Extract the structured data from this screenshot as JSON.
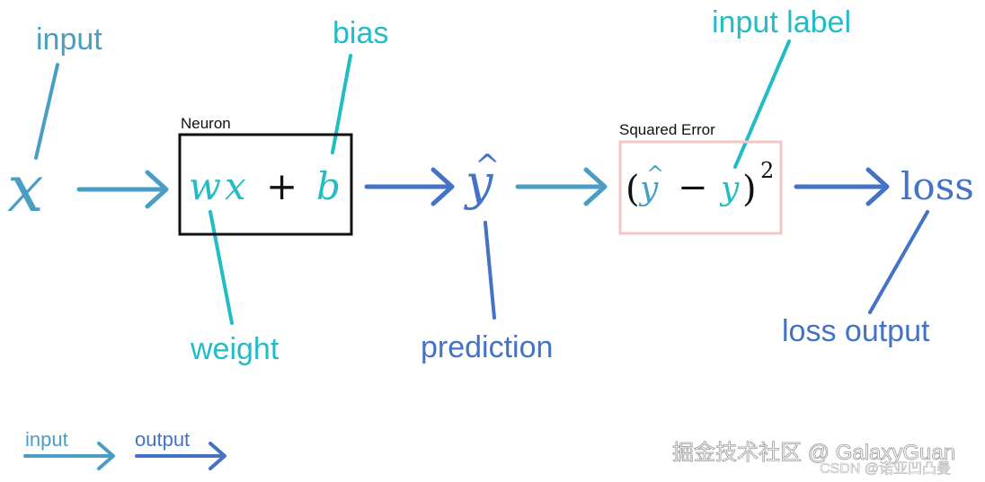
{
  "colors": {
    "teal": "#22bcc6",
    "steel": "#4a9ec4",
    "blue": "#4472c4",
    "black": "#111111",
    "pink": "#f4c6c6",
    "watermark": "#ffffff"
  },
  "labels": {
    "input": "input",
    "bias": "bias",
    "input_label": "input label",
    "weight": "weight",
    "prediction": "prediction",
    "loss_output": "loss output"
  },
  "boxes": {
    "neuron_title": "Neuron",
    "squared_error_title": "Squared Error"
  },
  "math": {
    "x": "x",
    "w": "w",
    "x_in": "x",
    "plus": "+",
    "b": "b",
    "yhat": "y",
    "hat": "^",
    "open_paren": "(",
    "yhat_small": "y",
    "minus": "−",
    "y": "y",
    "close_paren": ")",
    "exponent": "2",
    "loss": "loss"
  },
  "legend": {
    "input": "input",
    "output": "output"
  },
  "watermark": {
    "main": "掘金技术社区 @ GalaxyGuan",
    "sub": "CSDN @诺亚凹凸曼"
  }
}
